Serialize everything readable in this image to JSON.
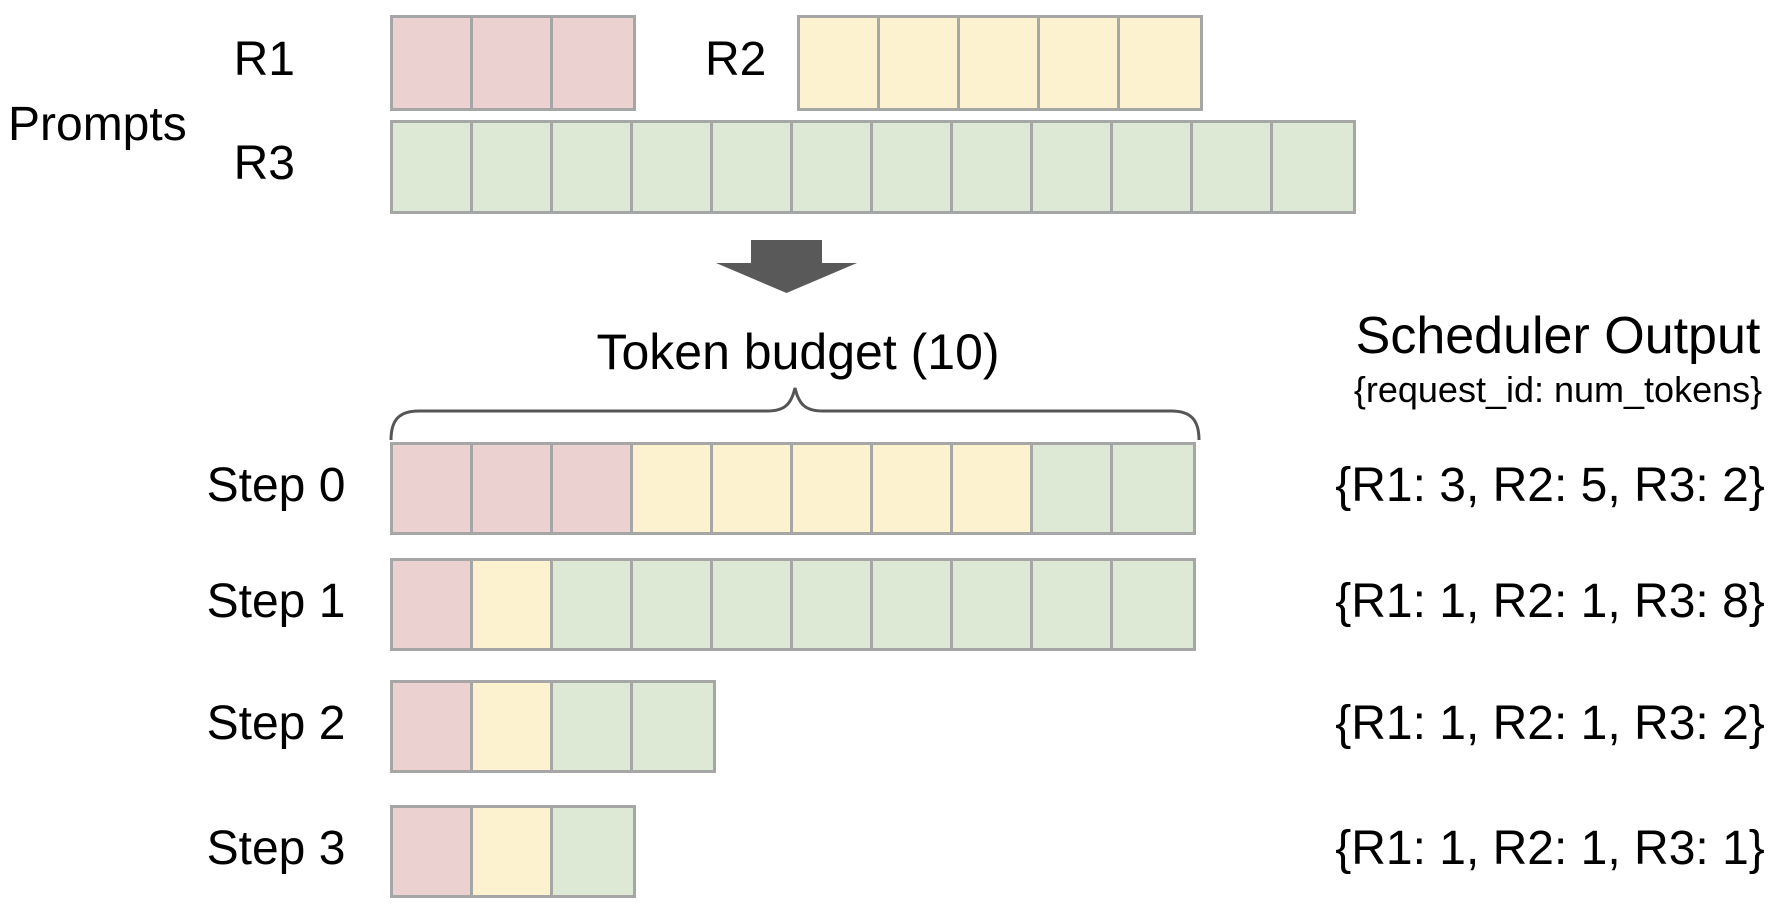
{
  "colors": {
    "background": "#ffffff",
    "text": "#000000",
    "border": "#a6a6a6",
    "arrow": "#595959",
    "brace": "#555555"
  },
  "requests": {
    "R1": {
      "color": "#ecd1d1"
    },
    "R2": {
      "color": "#fcf2d0"
    },
    "R3": {
      "color": "#dde9d5"
    }
  },
  "prompts": {
    "label": "Prompts",
    "rows": [
      {
        "id": "R1",
        "num_tokens": 3,
        "segments": [
          {
            "req": "R1",
            "cells": 3
          }
        ]
      },
      {
        "id": "R2",
        "num_tokens": 5,
        "segments": [
          {
            "req": "R2",
            "cells": 5
          }
        ]
      },
      {
        "id": "R3",
        "num_tokens": 12,
        "segments": [
          {
            "req": "R3",
            "cells": 12
          }
        ]
      }
    ]
  },
  "token_budget": {
    "title": "Token budget (10)",
    "budget": 10
  },
  "scheduler": {
    "title": "Scheduler Output",
    "subtitle": "{request_id: num_tokens}"
  },
  "steps": [
    {
      "label": "Step 0",
      "segments": [
        {
          "req": "R1",
          "cells": 3
        },
        {
          "req": "R2",
          "cells": 5
        },
        {
          "req": "R3",
          "cells": 2
        }
      ],
      "output": "{R1: 3, R2: 5, R3: 2}"
    },
    {
      "label": "Step 1",
      "segments": [
        {
          "req": "R1",
          "cells": 1
        },
        {
          "req": "R2",
          "cells": 1
        },
        {
          "req": "R3",
          "cells": 8
        }
      ],
      "output": "{R1: 1, R2: 1, R3: 8}"
    },
    {
      "label": "Step 2",
      "segments": [
        {
          "req": "R1",
          "cells": 1
        },
        {
          "req": "R2",
          "cells": 1
        },
        {
          "req": "R3",
          "cells": 2
        }
      ],
      "output": "{R1: 1, R2: 1, R3: 2}"
    },
    {
      "label": "Step 3",
      "segments": [
        {
          "req": "R1",
          "cells": 1
        },
        {
          "req": "R2",
          "cells": 1
        },
        {
          "req": "R3",
          "cells": 1
        }
      ],
      "output": "{R1: 1, R2: 1, R3: 1}"
    }
  ]
}
